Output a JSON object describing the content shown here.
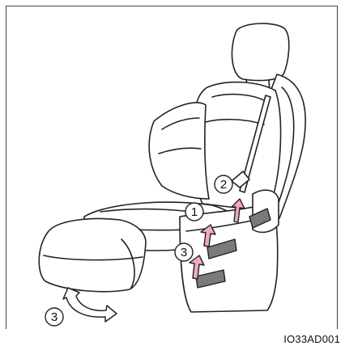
{
  "figure": {
    "image_code": "IO33AD001",
    "callouts": [
      {
        "id": "c1",
        "label": "1"
      },
      {
        "id": "c2",
        "label": "2"
      },
      {
        "id": "c3a",
        "label": "3"
      },
      {
        "id": "c3b",
        "label": "3"
      }
    ],
    "colors": {
      "arrow_fill": "#f2a7c6",
      "outline": "#222222",
      "lever": "#7a7a7a"
    }
  }
}
